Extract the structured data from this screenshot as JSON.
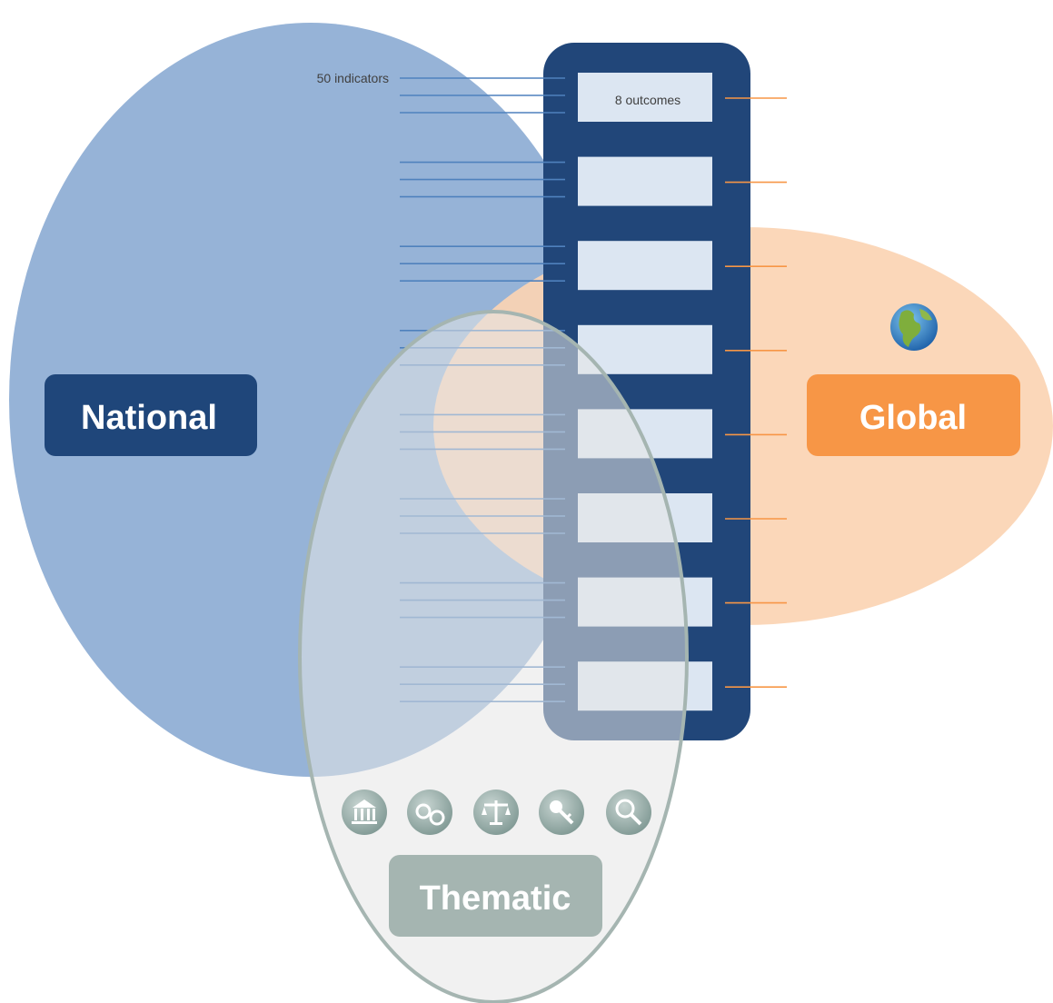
{
  "labels": {
    "indicators": "50 indicators",
    "outcomes": "8 outcomes",
    "national": "National",
    "global": "Global",
    "thematic": "Thematic"
  },
  "colors": {
    "national_circle": "#96b3d7",
    "national_box": "#1f467a",
    "global_ellipse": "#fbd4b3",
    "global_box": "#f79646",
    "thematic_ellipse_fill": "#eeeeee",
    "thematic_ellipse_stroke": "#a5b5b1",
    "thematic_box": "#a5b5b1",
    "outcome_column": "#214679",
    "outcome_box": "#dce6f2",
    "indicator_line": "#4f81bd",
    "global_line": "#f79646"
  },
  "outcome_count": 8,
  "indicator_lines_per_outcome": 3,
  "icons": [
    "institution-icon",
    "handcuffs-icon",
    "scales-icon",
    "key-icon",
    "magnifier-icon"
  ],
  "globe_icon": "globe-icon"
}
